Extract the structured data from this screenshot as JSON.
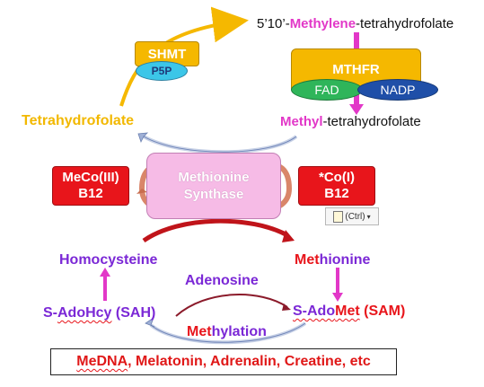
{
  "top_product": {
    "prefix": "5’10’-",
    "highlight": "Methylene",
    "suffix": "-tetrahydrofolate"
  },
  "shmt": {
    "label": "SHMT",
    "cofactor": "P5P"
  },
  "mthfr": {
    "label": "MTHFR",
    "cofactor_left": "FAD",
    "cofactor_right": "NADP"
  },
  "tetrahydrofolate": "Tetrahydrofolate",
  "methyl_thf": {
    "highlight": "Methyl",
    "suffix": "-tetrahydrofolate"
  },
  "methionine_synthase": {
    "line1": "Methionine",
    "line2": "Synthase"
  },
  "meco_b12": {
    "line1": "MeCo(III)",
    "line2": "B12"
  },
  "co_b12": {
    "line1": "*Co(I)",
    "line2": "B12"
  },
  "paste_chip": "(Ctrl)",
  "homocysteine": "Homocysteine",
  "methionine": {
    "highlight": "Met",
    "suffix": "hionine"
  },
  "adenosine": "Adenosine",
  "sah": {
    "prefix": "S-",
    "squiggle": "AdoHcy",
    "suffix": " (SAH)"
  },
  "sam": {
    "prefix": "S-Ado",
    "highlight": "Met",
    "suffix": " (SAM)"
  },
  "methylation": {
    "highlight": "Met",
    "suffix": "hylation"
  },
  "products": {
    "squiggle": "MeDNA",
    "rest": ", Melatonin, Adrenalin, Creatine, etc"
  },
  "colors": {
    "gold": "#f5b800",
    "red": "#e8151b",
    "purple": "#7b28d6",
    "magenta": "#e238c8",
    "arrow_gray": "#8fa3c8"
  }
}
